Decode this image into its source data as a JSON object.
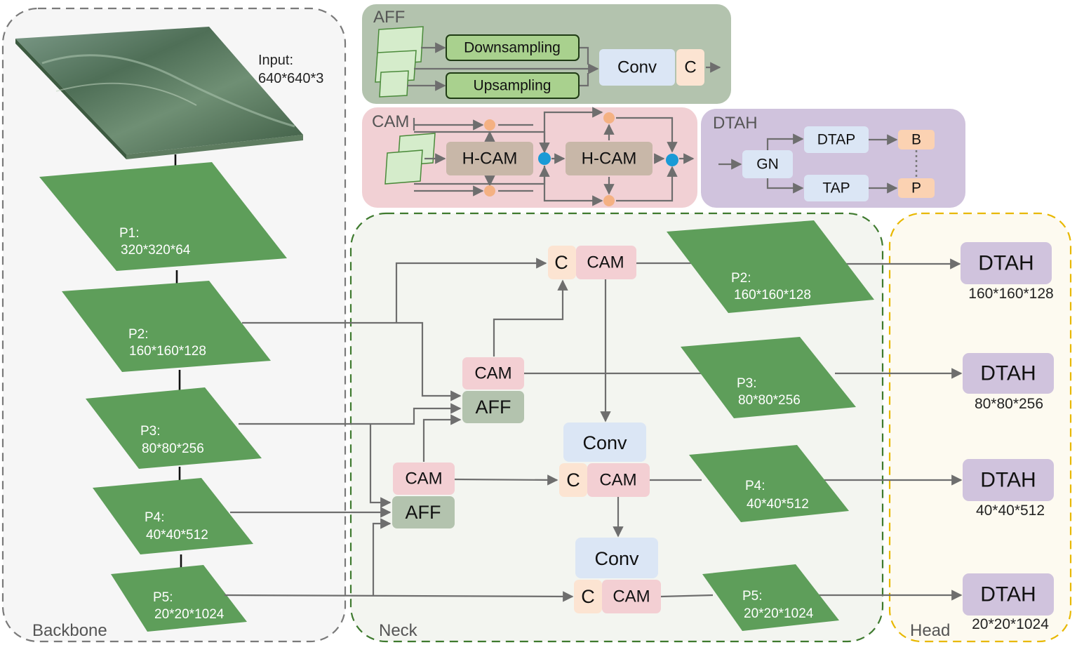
{
  "sections": {
    "backbone": "Backbone",
    "neck": "Neck",
    "head": "Head",
    "aff": "AFF",
    "cam": "CAM",
    "dtah": "DTAH"
  },
  "input": {
    "label": "Input:",
    "dims": "640*640*3"
  },
  "backbone_layers": [
    {
      "name": "P1:",
      "dims": "320*320*64"
    },
    {
      "name": "P2:",
      "dims": "160*160*128"
    },
    {
      "name": "P3:",
      "dims": "80*80*256"
    },
    {
      "name": "P4:",
      "dims": "40*40*512"
    },
    {
      "name": "P5:",
      "dims": "20*20*1024"
    }
  ],
  "aff_module": {
    "down": "Downsampling",
    "up": "Upsampling",
    "conv": "Conv",
    "concat": "C"
  },
  "cam_module": {
    "hcam1": "H-CAM",
    "hcam2": "H-CAM"
  },
  "dtah_module": {
    "gn": "GN",
    "dtap": "DTAP",
    "tap": "TAP",
    "b": "B",
    "p": "P"
  },
  "neck": {
    "c": "C",
    "cam": "CAM",
    "aff": "AFF",
    "conv": "Conv",
    "outputs": [
      {
        "name": "P2:",
        "dims": "160*160*128"
      },
      {
        "name": "P3:",
        "dims": "80*80*256"
      },
      {
        "name": "P4:",
        "dims": "40*40*512"
      },
      {
        "name": "P5:",
        "dims": "20*20*1024"
      }
    ]
  },
  "head": {
    "label": "DTAH",
    "dims": [
      "160*160*128",
      "80*80*256",
      "40*40*512",
      "20*20*1024"
    ]
  }
}
